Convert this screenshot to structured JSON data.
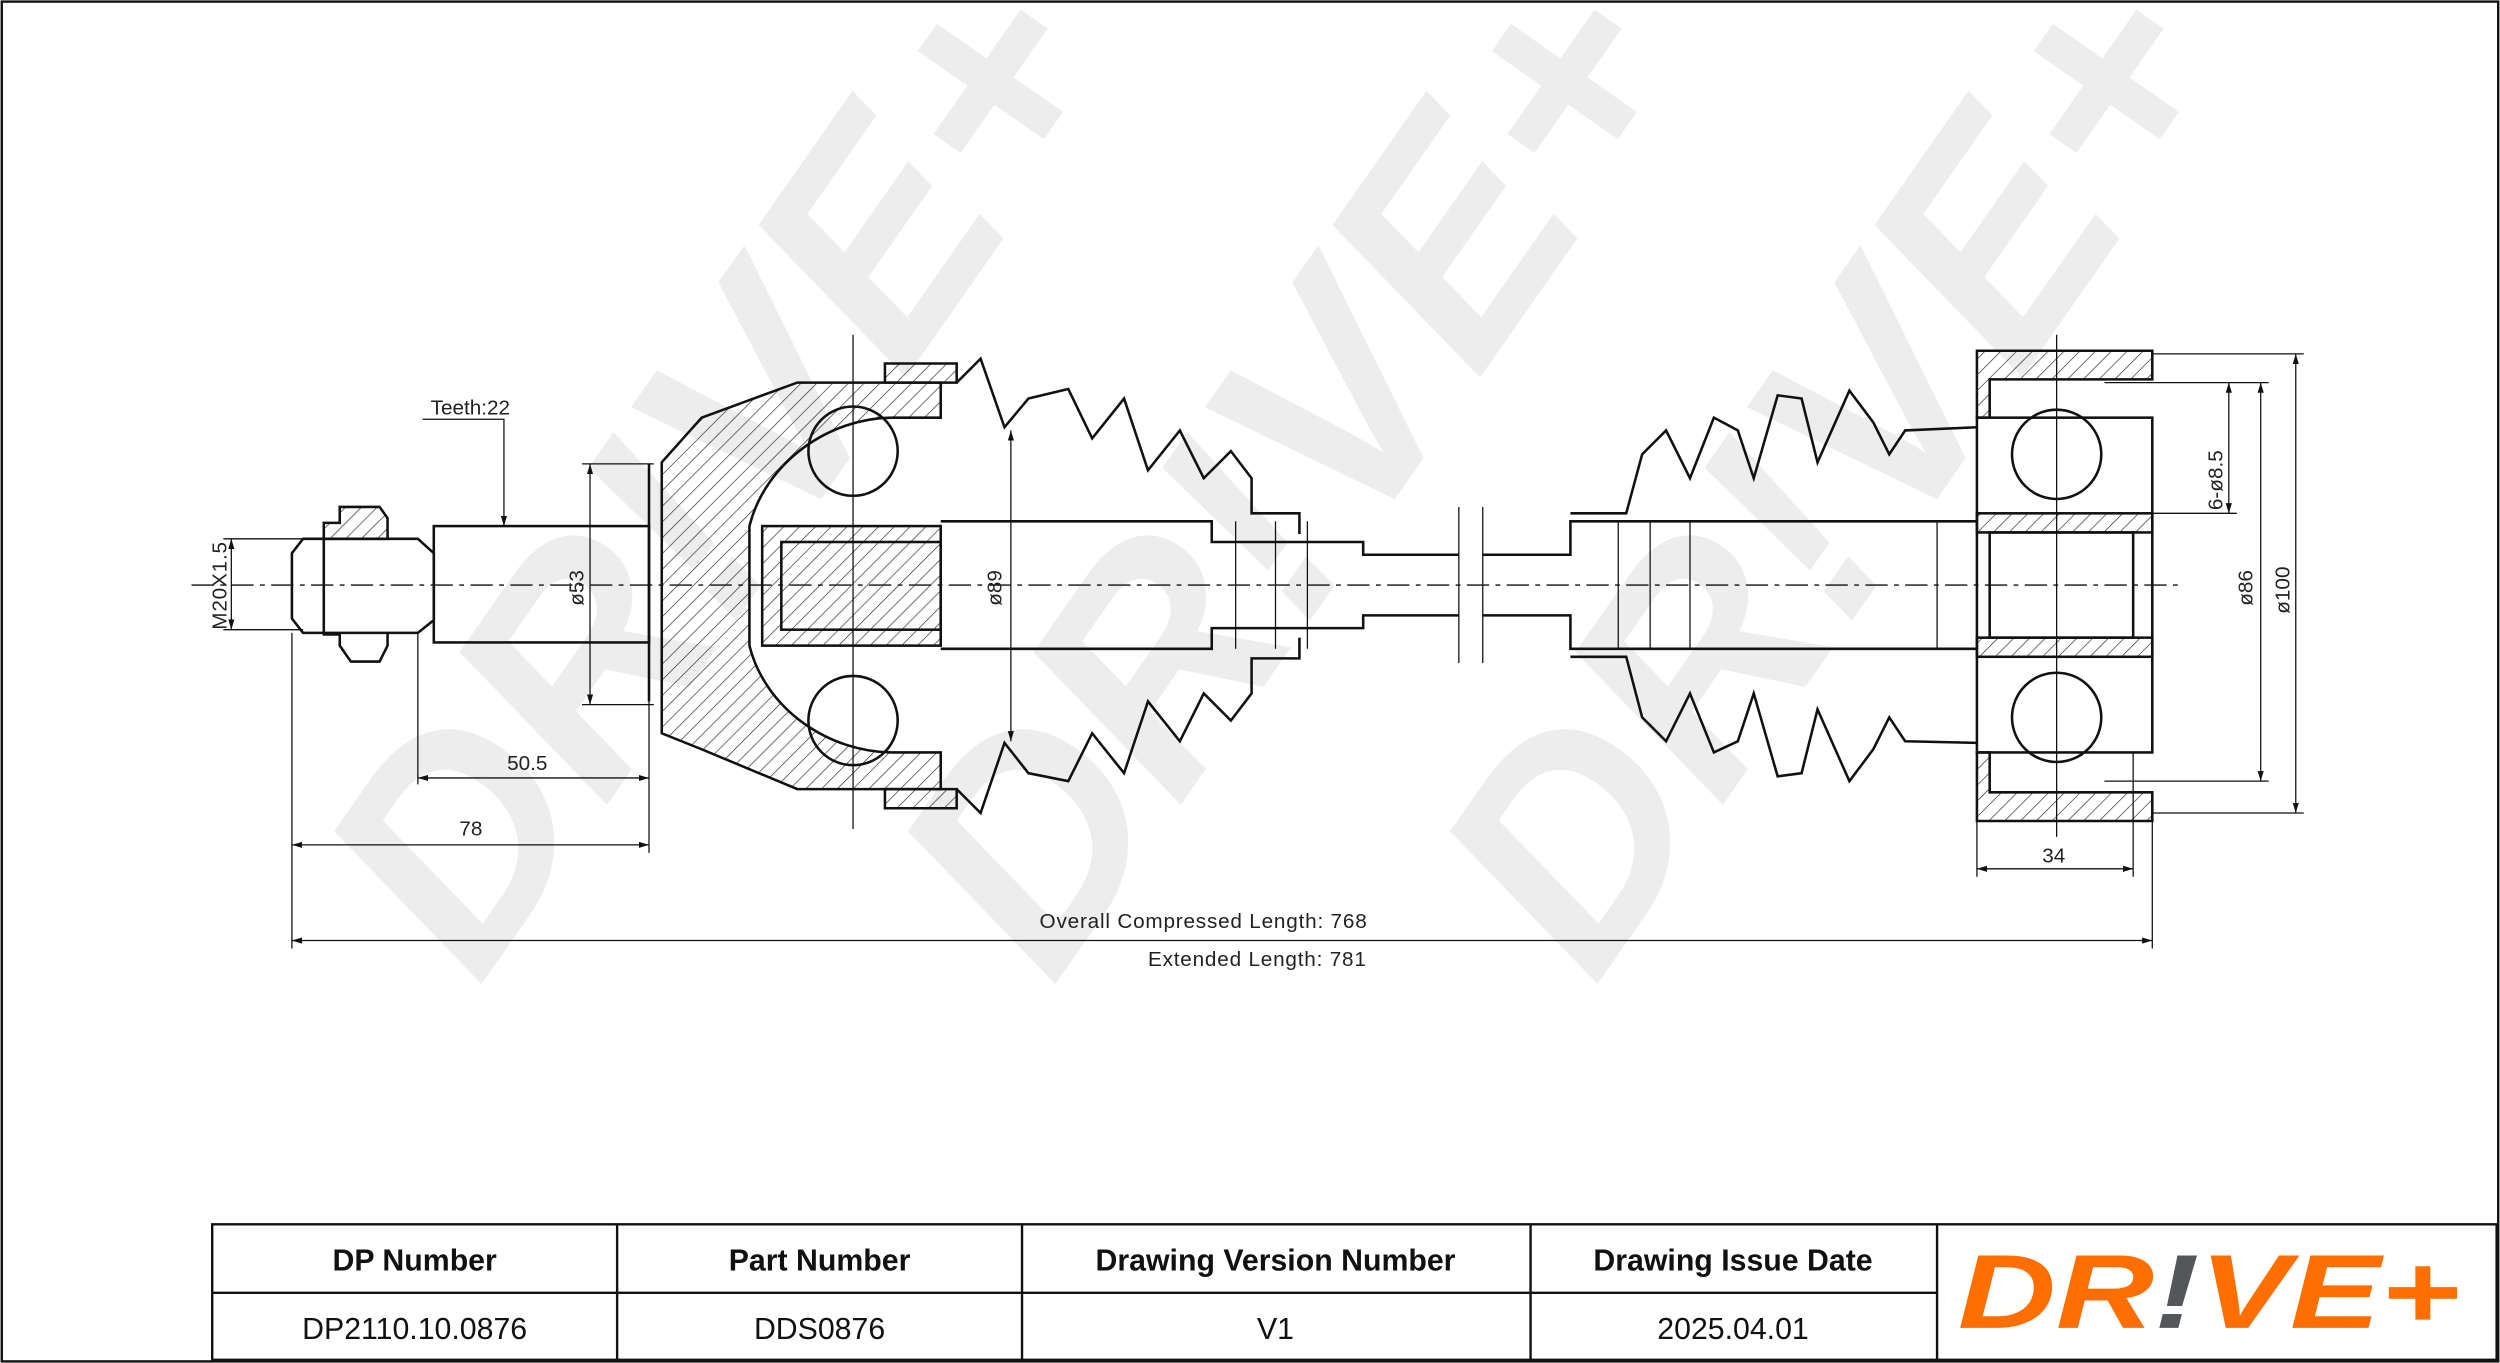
{
  "watermark": "DR!VE+",
  "dimensions": {
    "teeth": "Teeth:22",
    "thread": "M20X1.5",
    "dia_53": "ø53",
    "dia_89": "ø89",
    "len_50_5": "50.5",
    "len_78": "78",
    "holes": "6-ø8.5",
    "dia_86": "ø86",
    "dia_100": "ø100",
    "len_34": "34",
    "overall": "Overall Compressed Length: 768",
    "extended": "Extended Length: 781"
  },
  "title_block": {
    "headers": [
      "DP Number",
      "Part Number",
      "Drawing Version Number",
      "Drawing Issue Date"
    ],
    "values": [
      "DP2110.10.0876",
      "DDS0876",
      "V1",
      "2025.04.01"
    ]
  },
  "logo": {
    "part1": "DR",
    "part2": "!",
    "part3": "VE+",
    "orange": "#FF6E00",
    "gray": "#54575A"
  }
}
